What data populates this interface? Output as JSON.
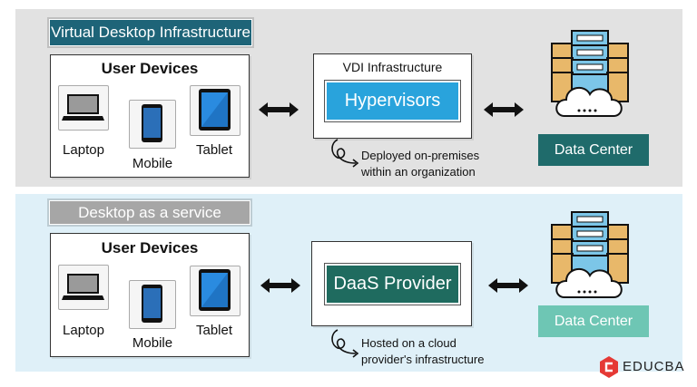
{
  "colors": {
    "top_panel_bg": "#e2e2e2",
    "bottom_panel_bg": "#dff0f8",
    "vdi_title_bg": "#1e6478",
    "daas_title_bg": "#a6a6a6",
    "hypervisor_bg": "#29a3dc",
    "daas_provider_bg": "#1f6b5f",
    "data_center_dark": "#1f6b6b",
    "data_center_light": "#6ec6b4",
    "brand_red": "#e53935"
  },
  "top": {
    "title": "Virtual Desktop Infrastructure",
    "devices_heading": "User Devices",
    "devices": [
      "Laptop",
      "Mobile",
      "Tablet"
    ],
    "infra_heading": "VDI Infrastructure",
    "infra_button": "Hypervisors",
    "note_line1": "Deployed on-premises",
    "note_line2": "within an organization",
    "data_center": "Data Center"
  },
  "bottom": {
    "title": "Desktop as a service",
    "devices_heading": "User Devices",
    "devices": [
      "Laptop",
      "Mobile",
      "Tablet"
    ],
    "provider_button": "DaaS Provider",
    "note_line1": "Hosted on a cloud",
    "note_line2": "provider's infrastructure",
    "data_center": "Data Center"
  },
  "brand": {
    "name": "EDUCBA",
    "icon": "educba-logo-icon"
  }
}
